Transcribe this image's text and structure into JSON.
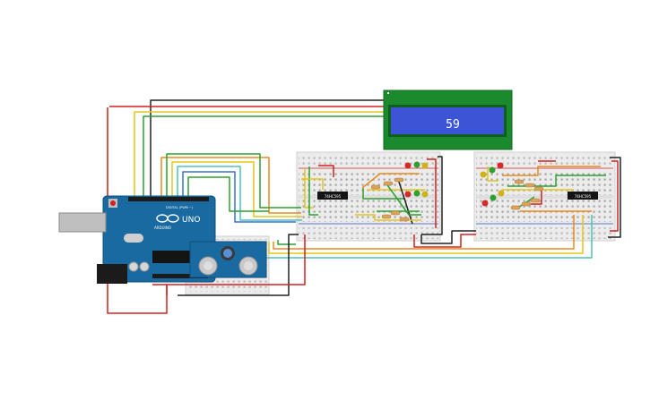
{
  "lcd": {
    "text": "59"
  },
  "arduino": {
    "model": "UNO",
    "pins_label": "DIGITAL (PWM ~)",
    "brand": "ARDUINO"
  },
  "chips": [
    {
      "label": "74HC595"
    },
    {
      "label": "74HC595"
    }
  ],
  "colors": {
    "wire_red": "#d32020",
    "wire_black": "#222222",
    "wire_yellow": "#e3c51b",
    "wire_green": "#2fa02f",
    "wire_orange": "#e98a1c",
    "wire_teal": "#4cc2b8",
    "wire_blue": "#3b6fd1",
    "lcd_board": "#1b8a2f",
    "lcd_screen": "#3c55d6",
    "arduino_board": "#1a6aa2"
  },
  "icons": [
    "usb-jack",
    "power-jack",
    "reset-button",
    "potentiometer",
    "ultrasonic-sensor"
  ]
}
